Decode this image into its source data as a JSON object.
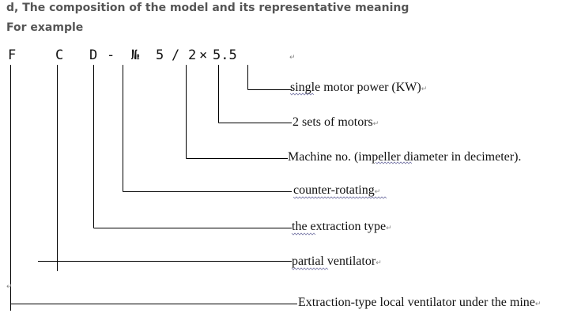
{
  "header": {
    "title": "d, The composition of the model and its representative meaning",
    "subtitle": "For example"
  },
  "model_code": {
    "c1": "F",
    "c2": "C",
    "c3": "D",
    "dash": "-",
    "no": "№",
    "n1": "5",
    "slash": "/",
    "n2": "2",
    "times": "×",
    "n3": "5.5"
  },
  "meanings": [
    "single motor power (KW)",
    "2 sets of motors",
    "Machine no. (impeller diameter in decimeter).",
    "counter-rotating",
    "the extraction type",
    "partial ventilator",
    "Extraction-type local ventilator under the mine"
  ],
  "paragraph_mark": "↵"
}
